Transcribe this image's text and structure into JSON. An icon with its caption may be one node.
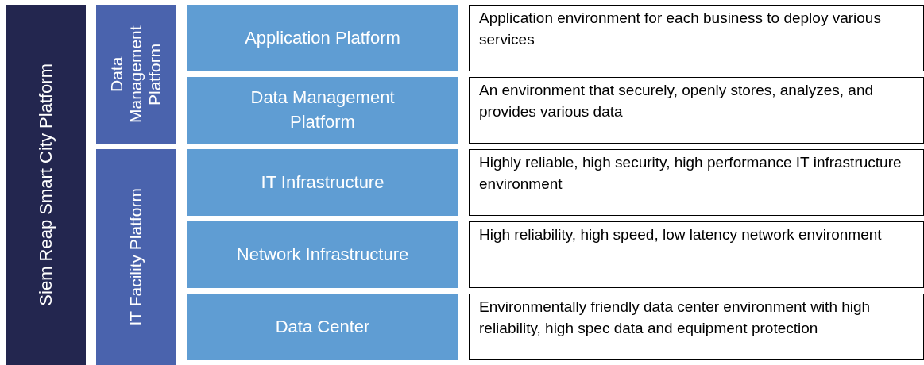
{
  "diagram": {
    "nodes": [
      {
        "text": [
          "Siem Reap Smart City Platform"
        ]
      },
      {
        "text": [
          "Data Management Platform"
        ]
      },
      {
        "text": [
          "Application Platform"
        ]
      },
      {
        "text": [
          "Application environment for each business to deploy various services"
        ]
      },
      {
        "text": [
          "Data Management Platform"
        ]
      },
      {
        "text": [
          "An environment that securely, openly stores, analyzes, and provides various data"
        ]
      },
      {
        "text": [
          "IT Facility Platform"
        ]
      },
      {
        "text": [
          "IT Infrastructure"
        ]
      },
      {
        "text": [
          "Highly reliable, high security, high performance IT infrastructure environment"
        ]
      },
      {
        "text": [
          "Network Infrastructure"
        ]
      },
      {
        "text": [
          "High reliability, high speed, low latency network environment"
        ]
      },
      {
        "text": [
          "Data Center"
        ]
      },
      {
        "text": [
          "Environmentally friendly data center environment with high reliability, high spec data and equipment protection"
        ]
      }
    ]
  }
}
